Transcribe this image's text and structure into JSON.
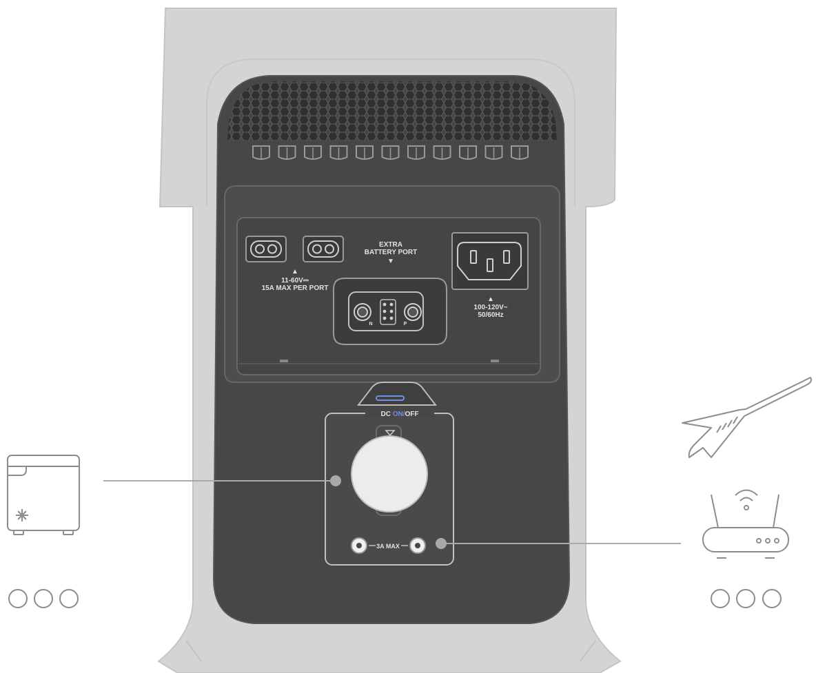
{
  "labels": {
    "dc_in_arrow": "▲",
    "dc_in_spec_line1": "11-60V⎓",
    "dc_in_spec_line2": "15A MAX PER PORT",
    "extra_battery_line1": "EXTRA",
    "extra_battery_line2": "BATTERY PORT",
    "extra_battery_arrow": "▼",
    "ac_in_arrow": "▲",
    "ac_in_spec_line1": "100-120V~",
    "ac_in_spec_line2": "50/60Hz",
    "dc_switch_prefix": "DC ",
    "dc_switch_on": "ON",
    "dc_switch_slash": "/",
    "dc_switch_off": "OFF",
    "dc_output_limit": "3A MAX",
    "connector_n": "N",
    "connector_p": "P"
  },
  "colors": {
    "housing": "#d4d4d4",
    "panel": "#474747",
    "accent_on": "#6f8fe0",
    "callout": "#9e9e9e",
    "icon_stroke": "#8c8c8c"
  },
  "devices": {
    "left": {
      "icon": "mini-fridge-icon",
      "pagination_dots": 3
    },
    "right_top": {
      "icon": "electric-guitar-icon"
    },
    "right": {
      "icon": "wifi-router-icon",
      "pagination_dots": 3
    }
  }
}
